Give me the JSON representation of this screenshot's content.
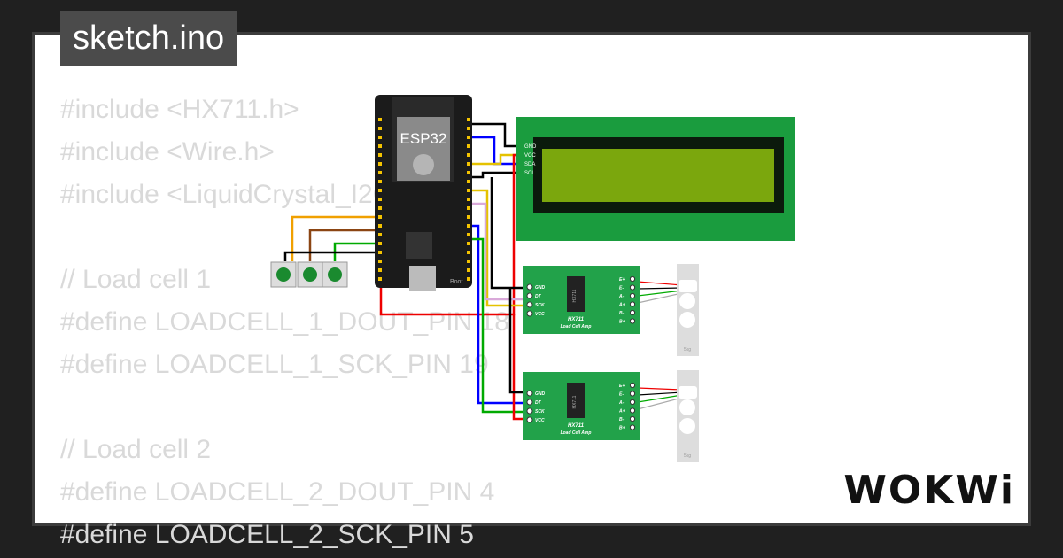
{
  "tab": {
    "title": "sketch.ino"
  },
  "code_lines": [
    "#include <HX711.h>",
    "#include <Wire.h>",
    "#include <LiquidCrystal_I2C.h>",
    "",
    "// Load cell 1",
    "#define LOADCELL_1_DOUT_PIN 18",
    "#define LOADCELL_1_SCK_PIN 19",
    "",
    "// Load cell 2",
    "#define LOADCELL_2_DOUT_PIN 4",
    "#define LOADCELL_2_SCK_PIN 5"
  ],
  "esp32": {
    "label": "ESP32",
    "boot_label": "Boot"
  },
  "lcd": {
    "pins": [
      "GND",
      "VCC",
      "SDA",
      "SCL"
    ]
  },
  "hx711": [
    {
      "chip": "HX711",
      "title": "HX711",
      "subtitle": "Load Cell Amp",
      "left_pins": [
        "GND",
        "DT",
        "SCK",
        "VCC"
      ],
      "right_pins": [
        "E+",
        "E-",
        "A-",
        "A+",
        "B-",
        "B+"
      ]
    },
    {
      "chip": "HX711",
      "title": "HX711",
      "subtitle": "Load Cell Amp",
      "left_pins": [
        "GND",
        "DT",
        "SCK",
        "VCC"
      ],
      "right_pins": [
        "E+",
        "E-",
        "A-",
        "A+",
        "B-",
        "B+"
      ]
    }
  ],
  "load_cells": [
    {
      "label": "5kg"
    },
    {
      "label": "5kg"
    }
  ],
  "brand": {
    "logo": "WOKWi"
  },
  "colors": {
    "background": "#202020",
    "tab": "#4b4b4b",
    "lcd_green": "#1a9c3e",
    "lcd_screen": "#7ba70d",
    "hx_green": "#22a24a",
    "board": "#1b1b1b",
    "button": "#1a8a2f"
  }
}
